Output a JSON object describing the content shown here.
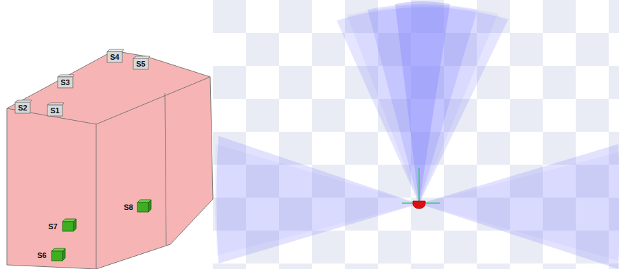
{
  "diagram": {
    "labels": [
      "S1",
      "S2",
      "S3",
      "S4",
      "S5",
      "S6",
      "S7",
      "S8"
    ]
  }
}
